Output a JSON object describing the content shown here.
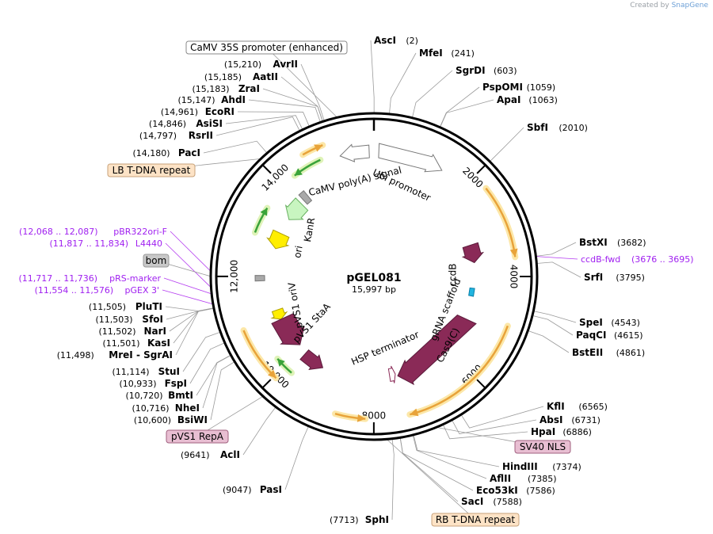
{
  "app": {
    "credit_prefix": "Created by",
    "credit_brand": "SnapGene"
  },
  "plasmid": {
    "name": "pGEL081",
    "size_label": "15,997 bp",
    "length": 15997
  },
  "ticks": [
    "2000",
    "4000",
    "6000",
    "8000",
    "10,000",
    "12,000",
    "14,000"
  ],
  "sites": [
    {
      "name": "AscI",
      "pos": "(2)"
    },
    {
      "name": "MfeI",
      "pos": "(241)"
    },
    {
      "name": "SgrDI",
      "pos": "(603)"
    },
    {
      "name": "PspOMI",
      "pos": "(1059)"
    },
    {
      "name": "ApaI",
      "pos": "(1063)"
    },
    {
      "name": "SbfI",
      "pos": "(2010)"
    },
    {
      "name": "BstXI",
      "pos": "(3682)"
    },
    {
      "name": "SrfI",
      "pos": "(3795)"
    },
    {
      "name": "SpeI",
      "pos": "(4543)"
    },
    {
      "name": "PaqCI",
      "pos": "(4615)"
    },
    {
      "name": "BstEII",
      "pos": "(4861)"
    },
    {
      "name": "KflI",
      "pos": "(6565)"
    },
    {
      "name": "AbsI",
      "pos": "(6731)"
    },
    {
      "name": "HpaI",
      "pos": "(6886)"
    },
    {
      "name": "HindIII",
      "pos": "(7374)"
    },
    {
      "name": "AflII",
      "pos": "(7385)"
    },
    {
      "name": "Eco53kI",
      "pos": "(7586)"
    },
    {
      "name": "SacI",
      "pos": "(7588)"
    },
    {
      "name": "SphI",
      "pos": "(7713)"
    },
    {
      "name": "PasI",
      "pos": "(9047)"
    },
    {
      "name": "AclI",
      "pos": "(9641)"
    },
    {
      "name": "BsiWI",
      "pos": "(10,600)"
    },
    {
      "name": "NheI",
      "pos": "(10,716)"
    },
    {
      "name": "BmtI",
      "pos": "(10,720)"
    },
    {
      "name": "FspI",
      "pos": "(10,933)"
    },
    {
      "name": "StuI",
      "pos": "(11,114)"
    },
    {
      "name": "MreI - SgrAI",
      "pos": "(11,498)"
    },
    {
      "name": "KasI",
      "pos": "(11,501)"
    },
    {
      "name": "NarI",
      "pos": "(11,502)"
    },
    {
      "name": "SfoI",
      "pos": "(11,503)"
    },
    {
      "name": "PluTI",
      "pos": "(11,505)"
    },
    {
      "name": "PacI",
      "pos": "(14,180)"
    },
    {
      "name": "RsrII",
      "pos": "(14,797)"
    },
    {
      "name": "AsiSI",
      "pos": "(14,846)"
    },
    {
      "name": "EcoRI",
      "pos": "(14,961)"
    },
    {
      "name": "AhdI",
      "pos": "(15,147)"
    },
    {
      "name": "ZraI",
      "pos": "(15,183)"
    },
    {
      "name": "AatII",
      "pos": "(15,185)"
    },
    {
      "name": "AvrII",
      "pos": "(15,210)"
    }
  ],
  "primers": [
    {
      "name": "ccdB-fwd",
      "range": "(3676 .. 3695)"
    },
    {
      "name": "pBR322ori-F",
      "range": "(12,068 .. 12,087)"
    },
    {
      "name": "L4440",
      "range": "(11,817 .. 11,834)"
    },
    {
      "name": "pRS-marker",
      "range": "(11,717 .. 11,736)"
    },
    {
      "name": "pGEX 3'",
      "range": "(11,554 .. 11,576)"
    }
  ],
  "boxed_labels": [
    {
      "text": "CaMV 35S promoter (enhanced)",
      "fill": "#ffffff",
      "stroke": "#888888",
      "color": "#000000"
    },
    {
      "text": "LB T-DNA repeat",
      "fill": "#fde3c6",
      "stroke": "#c8a27a",
      "color": "#000000"
    },
    {
      "text": "bom",
      "fill": "#c8c8c8",
      "stroke": "#999999",
      "color": "#000000"
    },
    {
      "text": "pVS1 RepA",
      "fill": "#e8bed2",
      "stroke": "#a0607f",
      "color": "#000000"
    },
    {
      "text": "SV40 NLS",
      "fill": "#e8bed2",
      "stroke": "#a0607f",
      "color": "#000000"
    },
    {
      "text": "RB T-DNA repeat",
      "fill": "#fde3c6",
      "stroke": "#c8a27a",
      "color": "#000000"
    }
  ],
  "feature_labels": [
    "Ubi promoter",
    "CaMV poly(A) signal",
    "KanR",
    "ori",
    "pVS1 oriV",
    "pVS1 StaA",
    "ccdB",
    "gRNA scaffold",
    "Cas9(C)",
    "HSP terminator"
  ],
  "colors": {
    "backbone": "#000000",
    "orange_arrow": "#e8a33a",
    "orange_halo": "#fce7a8",
    "green_arrow": "#3aa33a",
    "green_halo": "#dff3b8",
    "maroon": "#8a2a57",
    "yellow": "#ffee00",
    "kanr": "#c8f5c0",
    "gray": "#a9a9a9",
    "cyan": "#22b5e0",
    "primer": "#a020f0"
  }
}
